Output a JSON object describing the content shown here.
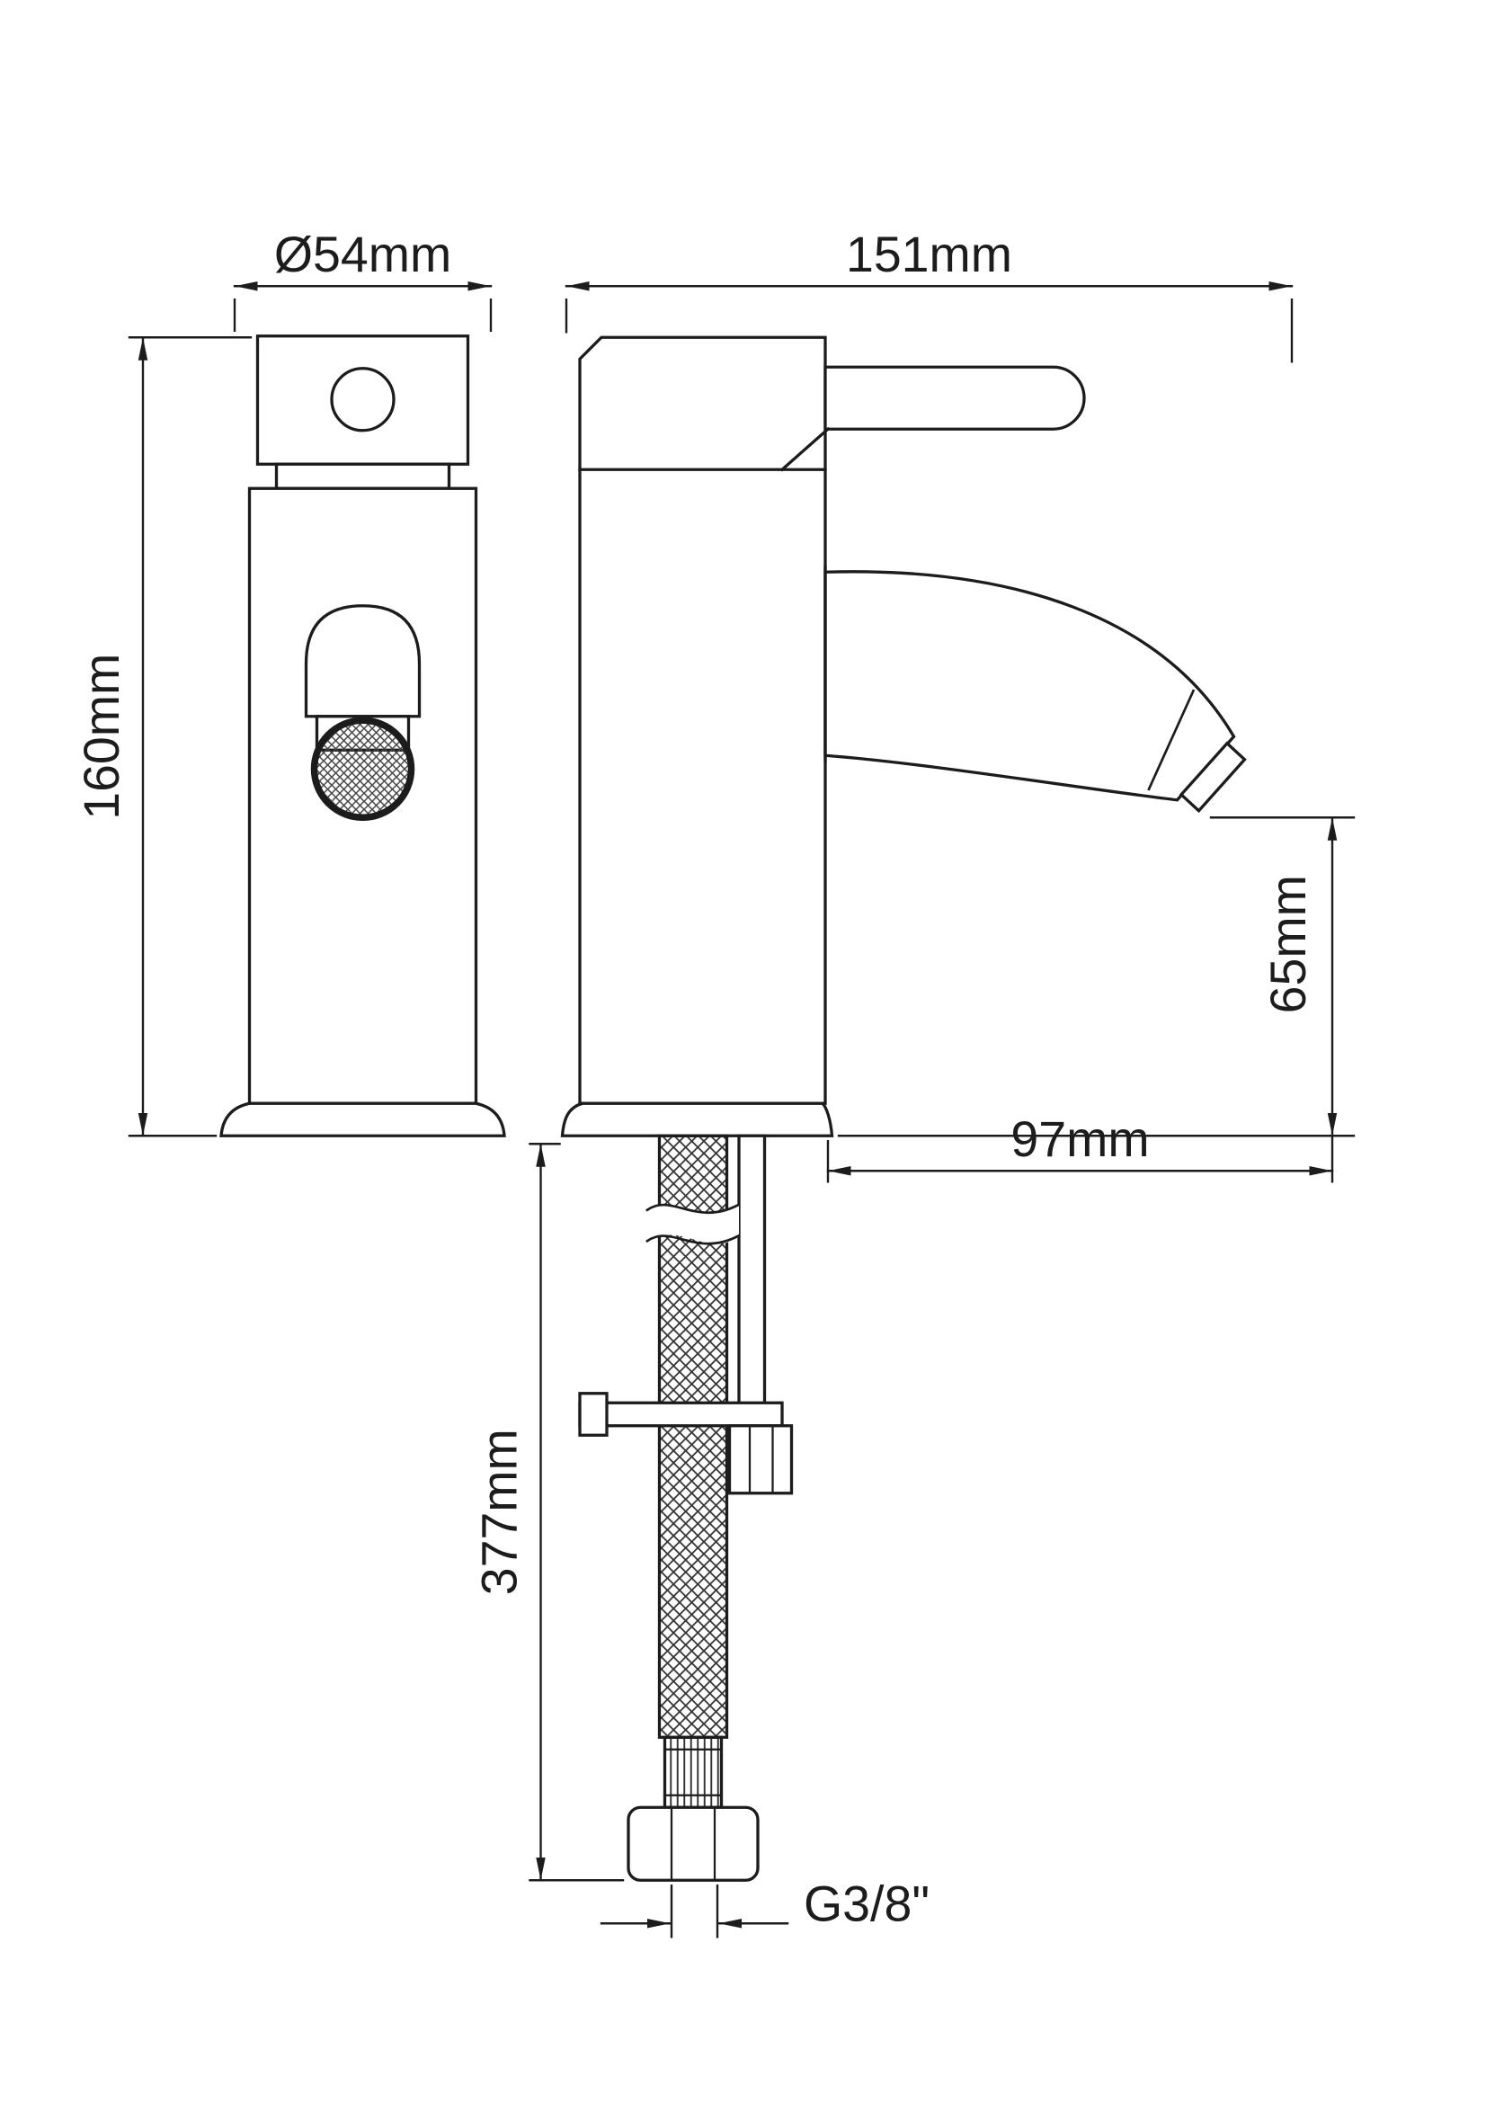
{
  "drawing": {
    "subject": "single-lever basin mixer tap technical drawing, front and side views with flexible supply hose",
    "line_color": "#1c1c1c",
    "background": "#ffffff",
    "dimensions": {
      "body_diameter": "Ø54mm",
      "overall_height": "160mm",
      "overall_depth": "151mm",
      "spout_height": "65mm",
      "spout_reach": "97mm",
      "hose_length": "377mm",
      "thread": "G3/8\""
    }
  }
}
